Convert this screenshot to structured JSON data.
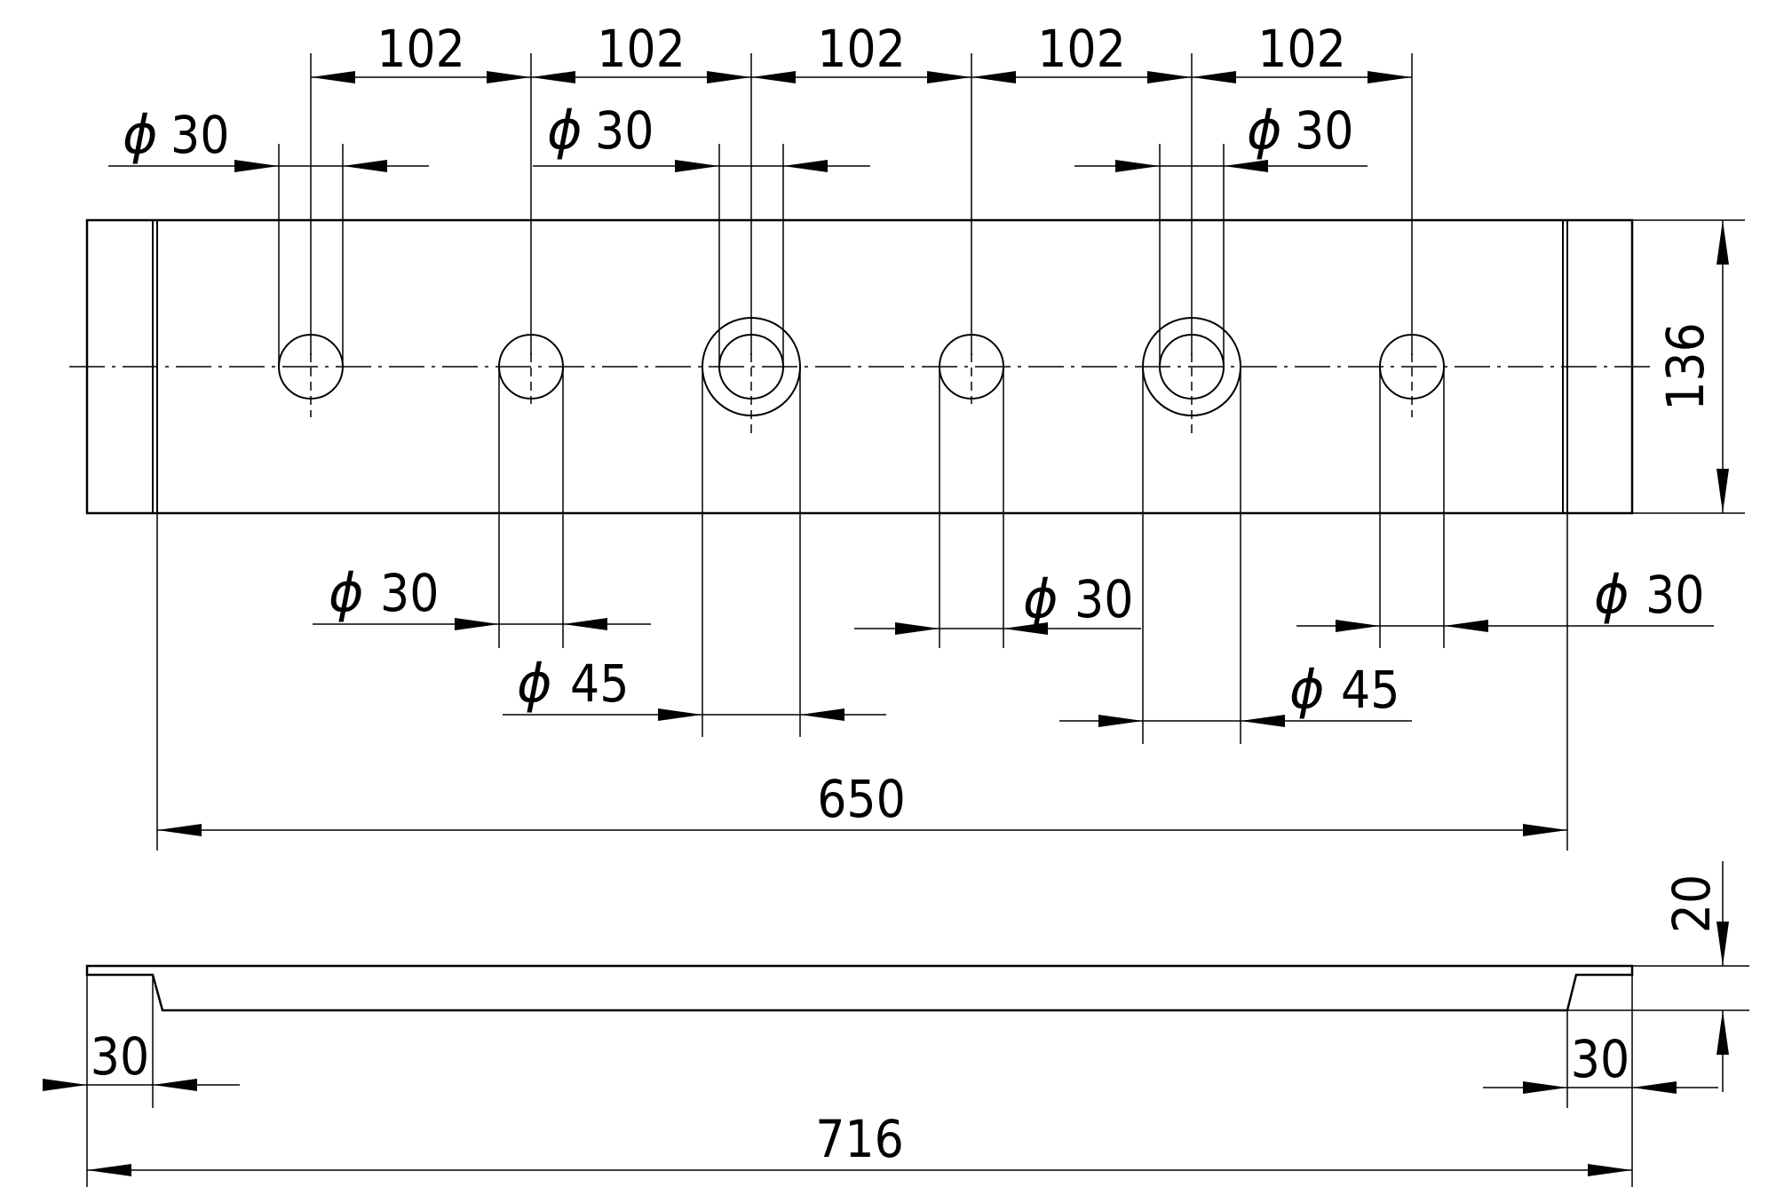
{
  "drawing": {
    "colors": {
      "line": "#000000",
      "background": "#ffffff"
    },
    "top_view": {
      "hole_spacing": [
        "102",
        "102",
        "102",
        "102",
        "102"
      ],
      "upper_diameter_labels": [
        {
          "symbol": "ϕ",
          "value": "30"
        },
        {
          "symbol": "ϕ",
          "value": "30"
        },
        {
          "symbol": "ϕ",
          "value": "30"
        }
      ],
      "lower_diameter_labels": [
        {
          "symbol": "ϕ",
          "value": "30"
        },
        {
          "symbol": "ϕ",
          "value": "30"
        },
        {
          "symbol": "ϕ",
          "value": "30"
        },
        {
          "symbol": "ϕ",
          "value": "45"
        },
        {
          "symbol": "ϕ",
          "value": "45"
        }
      ],
      "height": "136",
      "inner_length": "650"
    },
    "side_view": {
      "thickness": "20",
      "left_step": "30",
      "right_step": "30",
      "overall_length": "716"
    }
  }
}
